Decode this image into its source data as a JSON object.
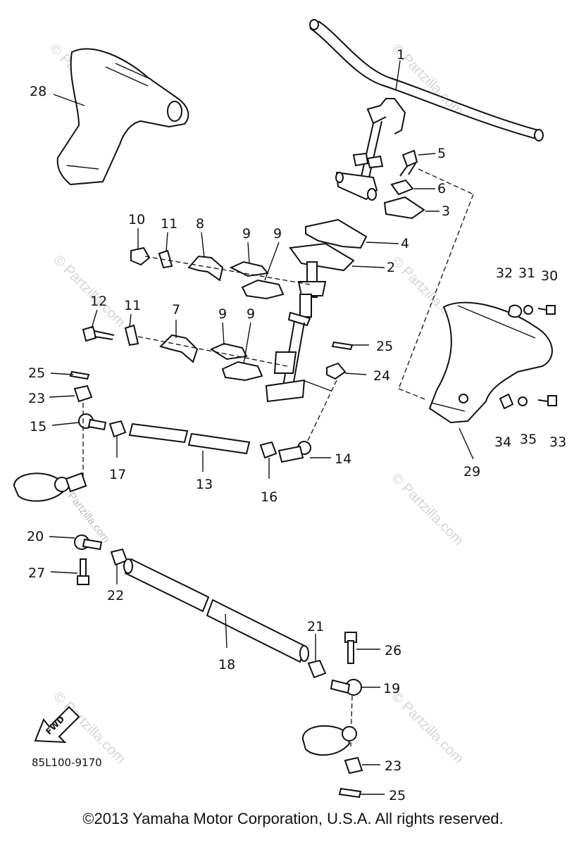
{
  "diagram": {
    "labels": [
      {
        "id": "1",
        "text": "1"
      },
      {
        "id": "2",
        "text": "2"
      },
      {
        "id": "3",
        "text": "3"
      },
      {
        "id": "4",
        "text": "4"
      },
      {
        "id": "5",
        "text": "5"
      },
      {
        "id": "6",
        "text": "6"
      },
      {
        "id": "7",
        "text": "7"
      },
      {
        "id": "8",
        "text": "8"
      },
      {
        "id": "9a",
        "text": "9"
      },
      {
        "id": "9b",
        "text": "9"
      },
      {
        "id": "9c",
        "text": "9"
      },
      {
        "id": "9d",
        "text": "9"
      },
      {
        "id": "10",
        "text": "10"
      },
      {
        "id": "11a",
        "text": "11"
      },
      {
        "id": "11b",
        "text": "11"
      },
      {
        "id": "12",
        "text": "12"
      },
      {
        "id": "13",
        "text": "13"
      },
      {
        "id": "14",
        "text": "14"
      },
      {
        "id": "15",
        "text": "15"
      },
      {
        "id": "16",
        "text": "16"
      },
      {
        "id": "17",
        "text": "17"
      },
      {
        "id": "18",
        "text": "18"
      },
      {
        "id": "19",
        "text": "19"
      },
      {
        "id": "20",
        "text": "20"
      },
      {
        "id": "21",
        "text": "21"
      },
      {
        "id": "22",
        "text": "22"
      },
      {
        "id": "23a",
        "text": "23"
      },
      {
        "id": "23b",
        "text": "23"
      },
      {
        "id": "24",
        "text": "24"
      },
      {
        "id": "25a",
        "text": "25"
      },
      {
        "id": "25b",
        "text": "25"
      },
      {
        "id": "25c",
        "text": "25"
      },
      {
        "id": "26",
        "text": "26"
      },
      {
        "id": "27",
        "text": "27"
      },
      {
        "id": "28",
        "text": "28"
      },
      {
        "id": "29",
        "text": "29"
      },
      {
        "id": "30",
        "text": "30"
      },
      {
        "id": "31",
        "text": "31"
      },
      {
        "id": "32",
        "text": "32"
      },
      {
        "id": "33",
        "text": "33"
      },
      {
        "id": "34",
        "text": "34"
      },
      {
        "id": "35",
        "text": "35"
      }
    ],
    "diagram_code": "85L100-9170",
    "fwd_arrow_text": "FWD",
    "watermark_text": "© Partzilla.com",
    "center_watermark": "Partzilla.com"
  },
  "footer": {
    "copyright": "©2013  Yamaha Motor Corporation, U.S.A. All rights reserved."
  }
}
